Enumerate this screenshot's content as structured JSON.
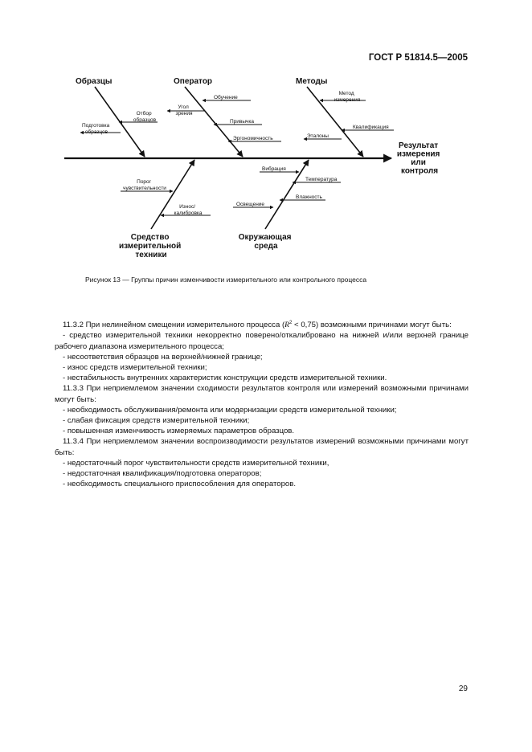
{
  "header": {
    "doc_id": "ГОСТ Р 51814.5—2005"
  },
  "diagram": {
    "categories": {
      "samples": "Образцы",
      "operator": "Оператор",
      "methods": "Методы",
      "equipment": [
        "Средство",
        "измерительной",
        "техники"
      ],
      "environment": [
        "Окружающая",
        "среда"
      ]
    },
    "effect": [
      "Результат",
      "измерения",
      "или",
      "контроля"
    ],
    "causes": {
      "sampling": [
        "Отбор",
        "образцов"
      ],
      "preparation": [
        "Подготовка",
        "образцов"
      ],
      "training": "Обучение",
      "viewing_angle": [
        "Угол",
        "зрения"
      ],
      "habits": "Привычка",
      "ergonomics": "Эргономичность",
      "measure_method": [
        "Метод",
        "измерения"
      ],
      "qualification": "Квалификация",
      "standards": "Эталоны",
      "sensitivity": [
        "Порог",
        "чувствительности"
      ],
      "wear": [
        "Износ/",
        "калибровка"
      ],
      "vibration": "Вибрация",
      "temperature": "Температура",
      "humidity": "Влажность",
      "lighting": "Освещение"
    }
  },
  "caption": "Рисунок 13 — Группы причин изменчивости измерительного или контрольного процесса",
  "body": {
    "p1_a": "11.3.2  При нелинейном смещении измерительного процесса (",
    "p1_r": "R",
    "p1_sup": "2",
    "p1_b": " < 0,75) возможными причинами могут быть:",
    "l1": "- средство измерительной техники некорректно поверено/откалибровано на нижней и/или верхней границе рабочего диапазона измерительного процесса;",
    "l2": "- несоответствия образцов на верхней/нижней границе;",
    "l3": "- износ средств измерительной техники;",
    "l4": "- нестабильность внутренних характеристик конструкции средств измерительной техники.",
    "p2": "11.3.3  При неприемлемом значении сходимости результатов контроля или измерений возможными причинами могут быть:",
    "l5": "- необходимость обслуживания/ремонта или модернизации средств измерительной техники;",
    "l6": "- слабая фиксация средств измерительной техники;",
    "l7": "- повышенная изменчивость измеряемых параметров образцов.",
    "p3": "11.3.4  При неприемлемом значении воспроизводимости результатов измерений возможными причинами могут быть:",
    "l8": "- недостаточный порог чувствительности средств измерительной техники,",
    "l9": "- недостаточная квалификация/подготовка операторов;",
    "l10": "- необходимость специального приспособления для операторов."
  },
  "page_number": "29"
}
